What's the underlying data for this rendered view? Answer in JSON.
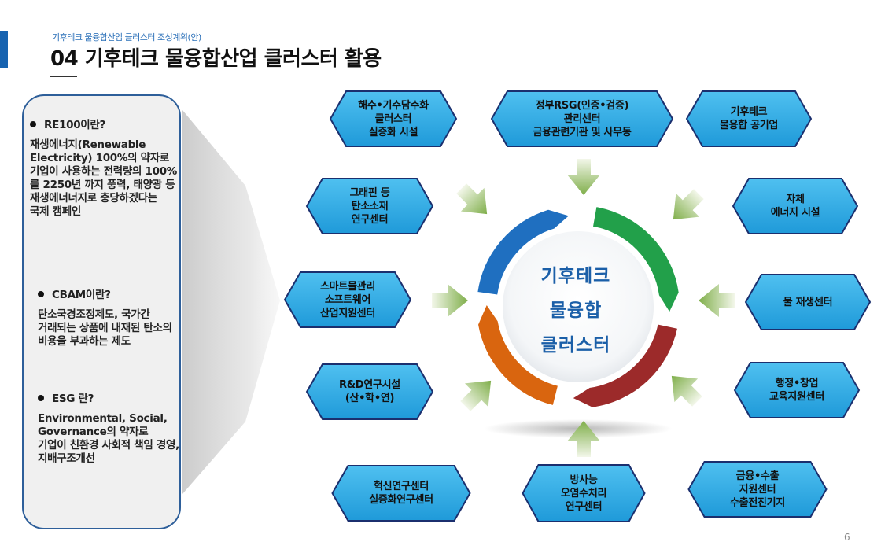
{
  "header": {
    "subtitle": "기후테크 물융합산업 클러스터 조성계획(안)",
    "title": "04 기후테크 물융합산업 클러스터 활용"
  },
  "sidebar": {
    "items": [
      {
        "heading": "RE100이란?",
        "body": "재생에너지(Renewable Electricity) 100%의 약자로 기업이 사용하는 전력량의 100%를 2250년 까지 풍력, 태양광 등 재생에너너지로 충당하겠다는 국제 캠페인"
      },
      {
        "heading": "CBAM이란?",
        "body": "탄소국경조정제도, 국가간 거래되는 상품에 내재된 탄소의 비용을 부과하는 제도"
      },
      {
        "heading": "ESG 란?",
        "body": "Environmental, Social, Governance의 약자로 기업이 친환경 사회적 책임 경영, 지배구조개선"
      }
    ]
  },
  "center": {
    "lines": [
      "기후테크",
      "물융합",
      "클러스터"
    ]
  },
  "nodes": [
    {
      "id": "desalination",
      "lines": [
        "해수•기수담수화",
        "클러스터",
        "실증화 시설"
      ]
    },
    {
      "id": "rsg",
      "lines": [
        "정부RSG(인증•검증)",
        "관리센터",
        "금융관련기관 및 사무동"
      ]
    },
    {
      "id": "public-corp",
      "lines": [
        "기후테크",
        "물융합 공기업"
      ]
    },
    {
      "id": "graphene",
      "lines": [
        "그래핀 등",
        "탄소소재",
        "연구센터"
      ]
    },
    {
      "id": "self-energy",
      "lines": [
        "자체",
        "에너지 시설"
      ]
    },
    {
      "id": "smart-water",
      "lines": [
        "스마트물관리",
        "소프트웨어",
        "산업지원센터"
      ]
    },
    {
      "id": "water-recycle",
      "lines": [
        "물 재생센터"
      ]
    },
    {
      "id": "rnd",
      "lines": [
        "R&D연구시설",
        "(산•학•연)"
      ]
    },
    {
      "id": "admin",
      "lines": [
        "행정•창업",
        "교육지원센터"
      ]
    },
    {
      "id": "innovation",
      "lines": [
        "혁신연구센터",
        "실증화연구센터"
      ]
    },
    {
      "id": "radioactive",
      "lines": [
        "방사능",
        "오염수처리",
        "연구센터"
      ]
    },
    {
      "id": "finance",
      "lines": [
        "금융•수출",
        "지원센터",
        "수출전진기지"
      ]
    }
  ],
  "colors": {
    "hex_fill": "#29a6e4",
    "hex_border": "#1b2f6e",
    "arc_blue": "#1f6fc0",
    "arc_green": "#22a04a",
    "arc_red": "#9c2a2a",
    "arc_orange": "#d9650f",
    "center_text": "#1b5fa8",
    "arrow_green": "#7fae4a"
  },
  "footer": {
    "page_number": "6"
  }
}
